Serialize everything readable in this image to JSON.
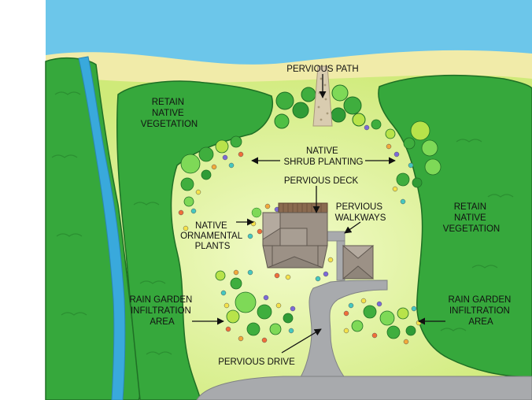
{
  "labels": {
    "pervious_path": "PERVIOUS PATH",
    "retain_left": [
      "RETAIN",
      "NATIVE",
      "VEGETATION"
    ],
    "retain_right": [
      "RETAIN",
      "NATIVE",
      "VEGETATION"
    ],
    "native_shrub": [
      "NATIVE",
      "SHRUB PLANTING"
    ],
    "pervious_deck": "PERVIOUS DECK",
    "pervious_walkways": [
      "PERVIOUS",
      "WALKWAYS"
    ],
    "native_ornamental": [
      "NATIVE",
      "ORNAMENTAL",
      "PLANTS"
    ],
    "rain_garden_left": [
      "RAIN GARDEN",
      "INFILTRATION",
      "AREA"
    ],
    "rain_garden_right": [
      "RAIN GARDEN",
      "INFILTRATION",
      "AREA"
    ],
    "pervious_drive": "PERVIOUS DRIVE"
  },
  "colors": {
    "water": "#6cc6ea",
    "beach": "#f1eba9",
    "lawn": "#d8f08a",
    "lawn_light": "#eaf7b7",
    "forest": "#36a83c",
    "forest_dark": "#1f6f25",
    "stream": "#39a9dc",
    "road": "#a8aaad",
    "roof": "#9c9186",
    "deck": "#8a6a4f"
  }
}
